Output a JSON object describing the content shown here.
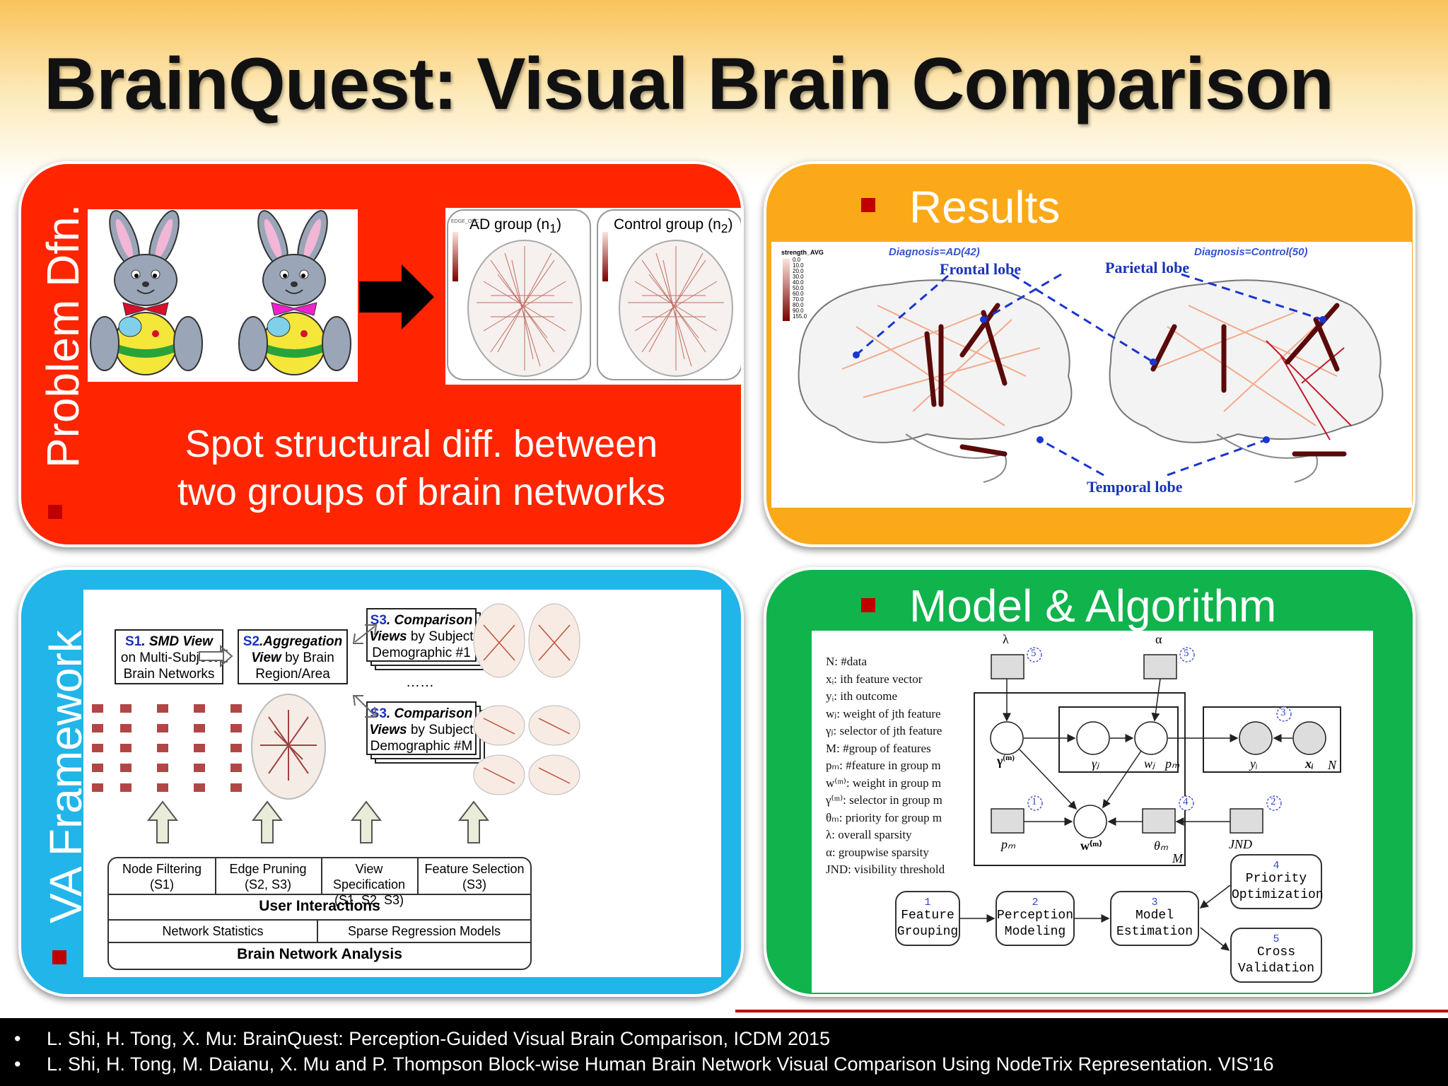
{
  "slide": {
    "title": "BrainQuest: Visual Brain Comparison"
  },
  "problem": {
    "side_title": "Problem Dfn.",
    "ad_group_label": "AD group (n",
    "ad_group_sub": "1",
    "control_group_label": "Control group (n",
    "control_group_sub": "2",
    "edge_label": "EDGE_ORC",
    "text_line1": "Spot structural diff. between",
    "text_line2": "two groups of brain networks"
  },
  "results": {
    "title": "Results",
    "legend_title": "strength_AVG",
    "legend_ticks": [
      "0.0",
      "10.0",
      "20.0",
      "30.0",
      "40.0",
      "50.0",
      "60.0",
      "70.0",
      "80.0",
      "90.0",
      "155.0"
    ],
    "diag_ad": "Diagnosis=AD(42)",
    "diag_control": "Diagnosis=Control(50)",
    "frontal": "Frontal lobe",
    "parietal": "Parietal lobe",
    "temporal": "Temporal lobe"
  },
  "va": {
    "side_title": "VA Framework",
    "s1": {
      "tag": "S1",
      "bold": ". SMD View",
      "rest1": "on Multi-Subject",
      "rest2": "Brain Networks"
    },
    "s2": {
      "tag": "S2",
      "bold": ".Aggregation",
      "rest1b": "View",
      "rest1": " by Brain",
      "rest2": "Region/Area"
    },
    "s3a": {
      "tag": "S3",
      "bold": ". Comparison",
      "rest1b": "Views",
      "rest1": " by Subject",
      "rest2": "Demographic #1"
    },
    "s3b": {
      "tag": "S3",
      "bold": ". Comparison",
      "rest1b": "Views",
      "rest1": " by Subject",
      "rest2": "Demographic #M"
    },
    "ellipsis": "……",
    "interactions": [
      {
        "name": "Node Filtering",
        "steps": "(S1)"
      },
      {
        "name": "Edge Pruning",
        "steps": "(S2, S3)"
      },
      {
        "name": "View Specification",
        "steps": "(S1, S2, S3)"
      },
      {
        "name": "Feature Selection",
        "steps": "(S3)"
      }
    ],
    "user_interactions": "User Interactions",
    "network_statistics": "Network Statistics",
    "sparse_regression": "Sparse Regression Models",
    "brain_network_analysis": "Brain Network Analysis"
  },
  "model": {
    "title": "Model & Algorithm",
    "notation": [
      "N: #data",
      "xᵢ: ith feature vector",
      "yᵢ: ith outcome",
      "wⱼ: weight of jth feature",
      "γⱼ: selector of jth feature",
      "M: #group of features",
      "pₘ: #feature in group m",
      "w⁽ᵐ⁾: weight in group m",
      "γ⁽ᵐ⁾: selector in group m",
      "θₘ: priority for group m",
      "λ: overall sparsity",
      "α: groupwise sparsity",
      "JND: visibility threshold"
    ],
    "graph_labels": {
      "lambda": "λ",
      "alpha": "α",
      "gamma_m": "γ",
      "gamma_m_sup": "(m)",
      "gamma_j": "γⱼ",
      "w_j": "wⱼ",
      "p_m_inner": "pₘ",
      "y_i": "yᵢ",
      "x_i": "xᵢ",
      "N": "N",
      "M": "M",
      "p_m": "pₘ",
      "w_m": "w⁽ᵐ⁾",
      "theta_m": "θₘ",
      "JND": "JND",
      "n1": "1",
      "n2": "2",
      "n3": "3",
      "n4": "4",
      "n5a": "5",
      "n5b": "5"
    },
    "flow": [
      {
        "num": "1",
        "line1": "Feature",
        "line2": "Grouping"
      },
      {
        "num": "2",
        "line1": "Perception",
        "line2": "Modeling"
      },
      {
        "num": "3",
        "line1": "Model",
        "line2": "Estimation"
      },
      {
        "num": "4",
        "line1": "Priority",
        "line2": "Optimization"
      },
      {
        "num": "5",
        "line1": "Cross",
        "line2": "Validation"
      }
    ]
  },
  "footer": {
    "refs": [
      "L. Shi, H. Tong, X. Mu: BrainQuest: Perception-Guided Visual Brain Comparison, ICDM 2015",
      "L. Shi, H. Tong, M. Daianu, X. Mu and P. Thompson Block-wise Human Brain Network Visual Comparison Using NodeTrix Representation. VIS'16"
    ],
    "bullet": "•"
  }
}
